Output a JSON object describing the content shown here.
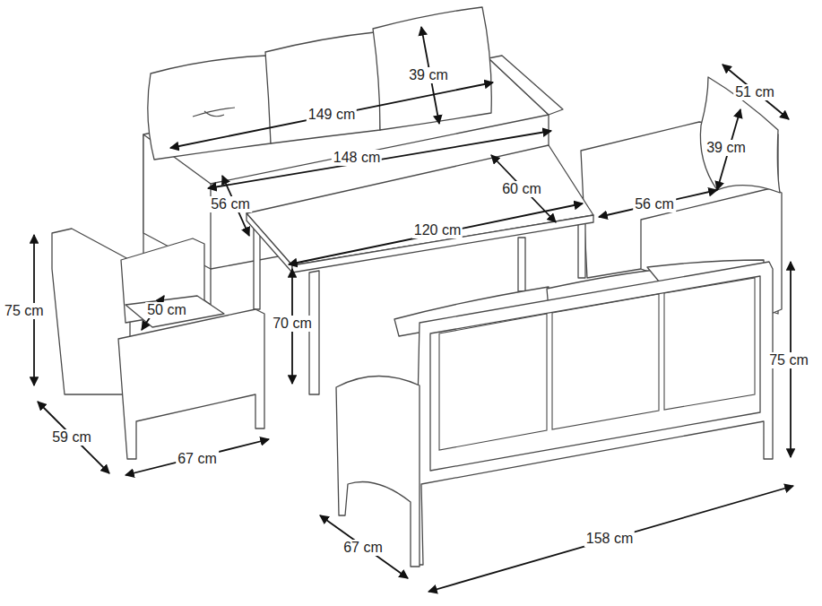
{
  "diagram": {
    "labels": [
      "39 cm",
      "51 cm",
      "149 cm",
      "39 cm",
      "148 cm",
      "60 cm",
      "56 cm",
      "56 cm",
      "120 cm",
      "75 cm",
      "50 cm",
      "70 cm",
      "75 cm",
      "59 cm",
      "67 cm",
      "67 cm",
      "158 cm"
    ]
  }
}
